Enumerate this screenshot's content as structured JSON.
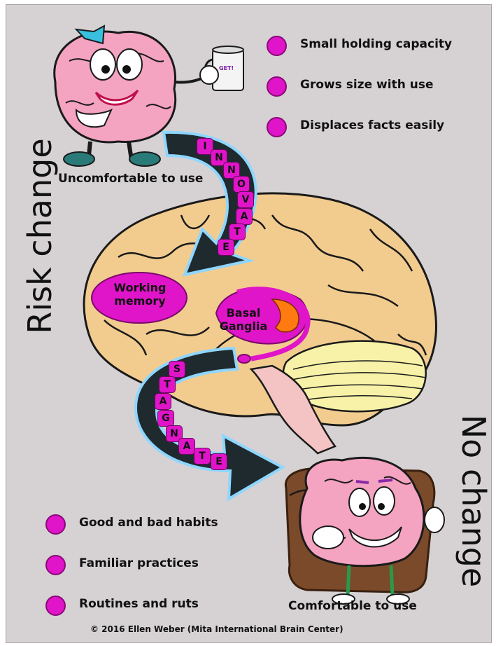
{
  "side_labels": {
    "left": "Risk change",
    "right": "No change"
  },
  "top_bullets": [
    "Small holding capacity",
    "Grows size with use",
    "Displaces facts easily"
  ],
  "bottom_bullets": [
    "Good and bad habits",
    "Familiar practices",
    "Routines and ruts"
  ],
  "captions": {
    "top_character": "Uncomfortable to use",
    "bottom_character": "Comfortable to use"
  },
  "brain_regions": {
    "working_memory": "Working memory",
    "basal_ganglia": "Basal Ganglia"
  },
  "arrows": {
    "innovate": [
      "I",
      "N",
      "N",
      "O",
      "V",
      "A",
      "T",
      "E"
    ],
    "stagnate": [
      "S",
      "T",
      "A",
      "G",
      "N",
      "A",
      "T",
      "E"
    ]
  },
  "mug_text": "GET!",
  "copyright": "© 2016 Ellen Weber (Mita International Brain Center)",
  "colors": {
    "background": "#d6d2d3",
    "magenta": "#e014c8",
    "brain_tan": "#f2cc8f",
    "arrow_dark": "#1f2a2e",
    "arrow_glow": "#8fd6ff"
  }
}
